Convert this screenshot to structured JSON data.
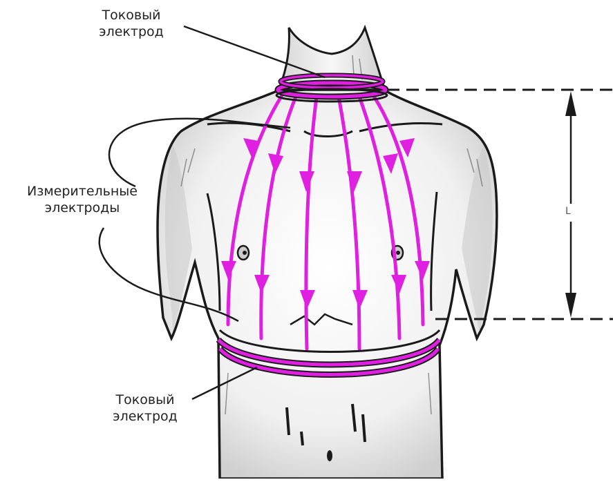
{
  "labels": {
    "current_electrode_top": [
      "Токовый",
      "электрод"
    ],
    "measuring_electrodes": [
      "Измерительные",
      "электроды"
    ],
    "current_electrode_bottom": [
      "Токовый",
      "электрод"
    ],
    "length_symbol": "L"
  },
  "colors": {
    "electrode": "#e020e0",
    "current_flow": "#e020e0",
    "outline": "#1a1a1a",
    "skin_shade": "#d8d8d8"
  },
  "current_flow_arrow_count": 6,
  "icons": [
    "current-arrow-icon",
    "dimension-arrow-icon"
  ]
}
